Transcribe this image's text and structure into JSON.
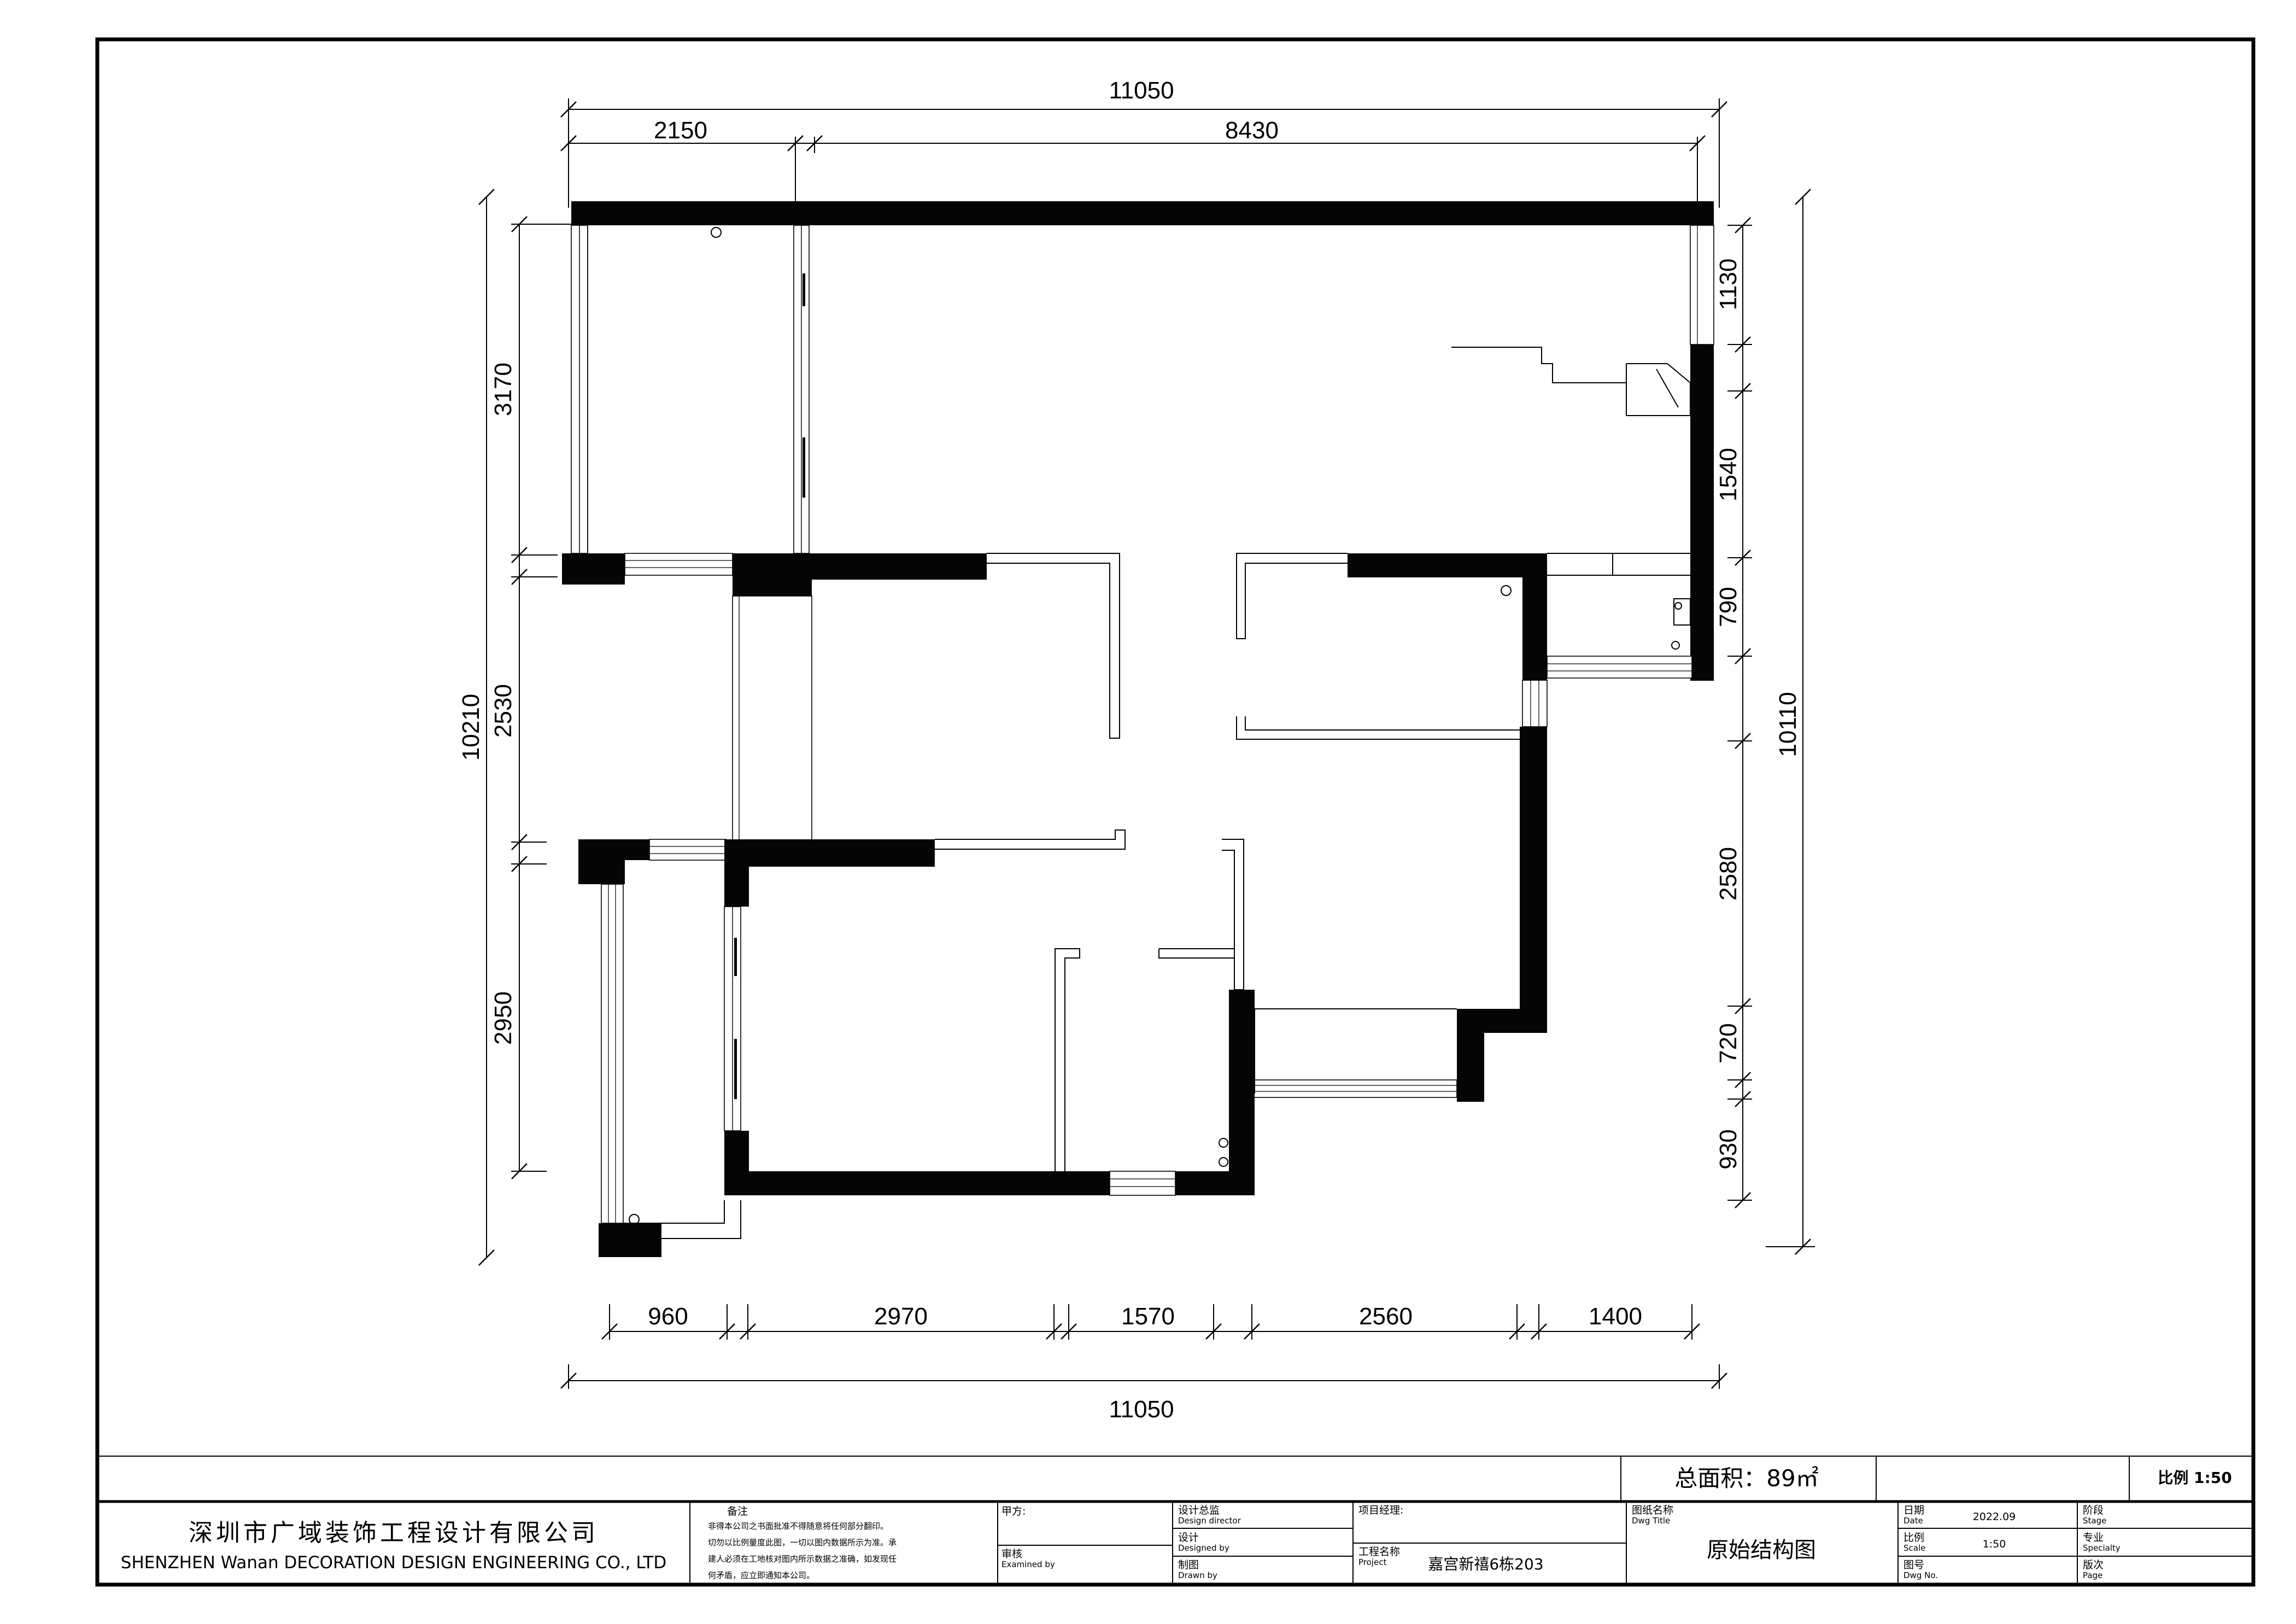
{
  "dimensions": {
    "top_total": "11050",
    "top_left": "2150",
    "top_right": "8430",
    "left_total": "10210",
    "left_1": "3170",
    "left_2": "2530",
    "left_3": "2950",
    "right_total": "10110",
    "right_1": "1130",
    "right_2": "1540",
    "right_3": "790",
    "right_4": "2580",
    "right_5": "720",
    "right_6": "930",
    "bottom_1": "960",
    "bottom_2": "2970",
    "bottom_3": "1570",
    "bottom_4": "2560",
    "bottom_5": "1400",
    "bottom_total": "11050"
  },
  "summary": {
    "total_area": "总面积：89㎡",
    "scale": "比例 1:50"
  },
  "title_block": {
    "company_cn": "深圳市广域装饰工程设计有限公司",
    "company_en": "SHENZHEN Wanan DECORATION DESIGN ENGINEERING CO., LTD",
    "notes_label": "备注",
    "notes_line1": "非得本公司之书面批准不得随意将任何部分翻印。",
    "notes_line2": "切勿以比例量度此图，一切以图内数据所示为准。承",
    "notes_line3": "建人必须在工地核对图内所示数据之准确，如发现任",
    "notes_line4": "何矛盾，应立即通知本公司。",
    "client": "甲方:",
    "examined_cn": "审核",
    "examined_en": "Examined by",
    "director_cn": "设计总监",
    "director_en": "Design director",
    "designed_cn": "设计",
    "designed_en": "Designed by",
    "drawn_cn": "制图",
    "drawn_en": "Drawn by",
    "manager": "项目经理:",
    "project_cn": "工程名称",
    "project_en": "Project",
    "project_name": "嘉宫新禧6栋203",
    "dwg_title_cn": "图纸名称",
    "dwg_title_en": "Dwg Title",
    "dwg_title": "原始结构图",
    "date_cn": "日期",
    "date_en": "Date",
    "date": "2022.09",
    "scale_cn": "比例",
    "scale_en": "Scale",
    "scale": "1:50",
    "dwgno_cn": "图号",
    "dwgno_en": "Dwg No.",
    "stage_cn": "阶段",
    "stage_en": "Stage",
    "specialty_cn": "专业",
    "specialty_en": "Specialty",
    "page_cn": "版次",
    "page_en": "Page"
  }
}
